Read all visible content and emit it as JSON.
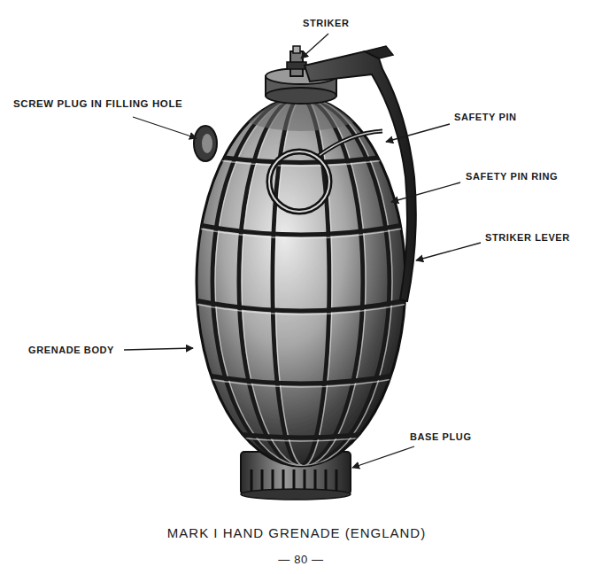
{
  "diagram": {
    "caption": "MARK I HAND GRENADE (ENGLAND)",
    "labels": [
      "STRIKER",
      "SCREW PLUG IN FILLING HOLE",
      "SAFETY PIN",
      "SAFETY PIN RING",
      "STRIKER LEVER",
      "GRENADE BODY",
      "BASE PLUG",
      "— 80 —"
    ]
  }
}
